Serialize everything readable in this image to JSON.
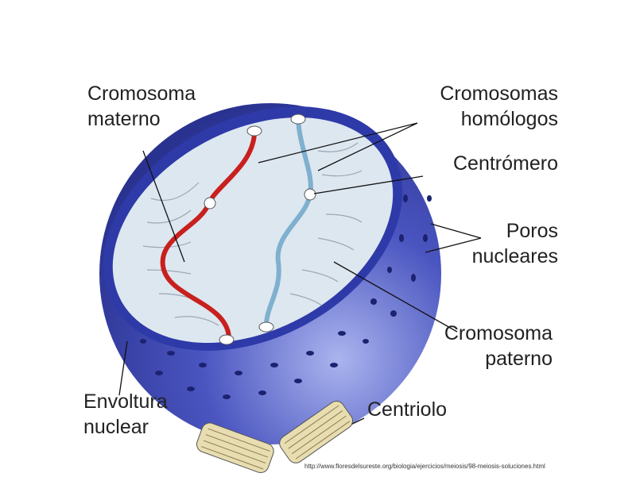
{
  "labels": {
    "cromosoma_materno": [
      "Cromosoma",
      "materno"
    ],
    "cromosomas_homologos": [
      "Cromosomas",
      "homólogos"
    ],
    "centromero": "Centrómero",
    "poros_nucleares": [
      "Poros",
      "nucleares"
    ],
    "cromosoma_paterno": [
      "Cromosoma",
      "paterno"
    ],
    "envoltura_nuclear": [
      "Envoltura",
      "nuclear"
    ],
    "centriolo": "Centriolo"
  },
  "source_url": "http://www.floresdelsureste.org/biologia/ejercicios/meiosis/98-meiosis-soluciones.html",
  "colors": {
    "envelope": "#3c46b0",
    "interior": "#dde7f0",
    "maternal": "#c8201e",
    "paternal": "#7fb0cf"
  }
}
